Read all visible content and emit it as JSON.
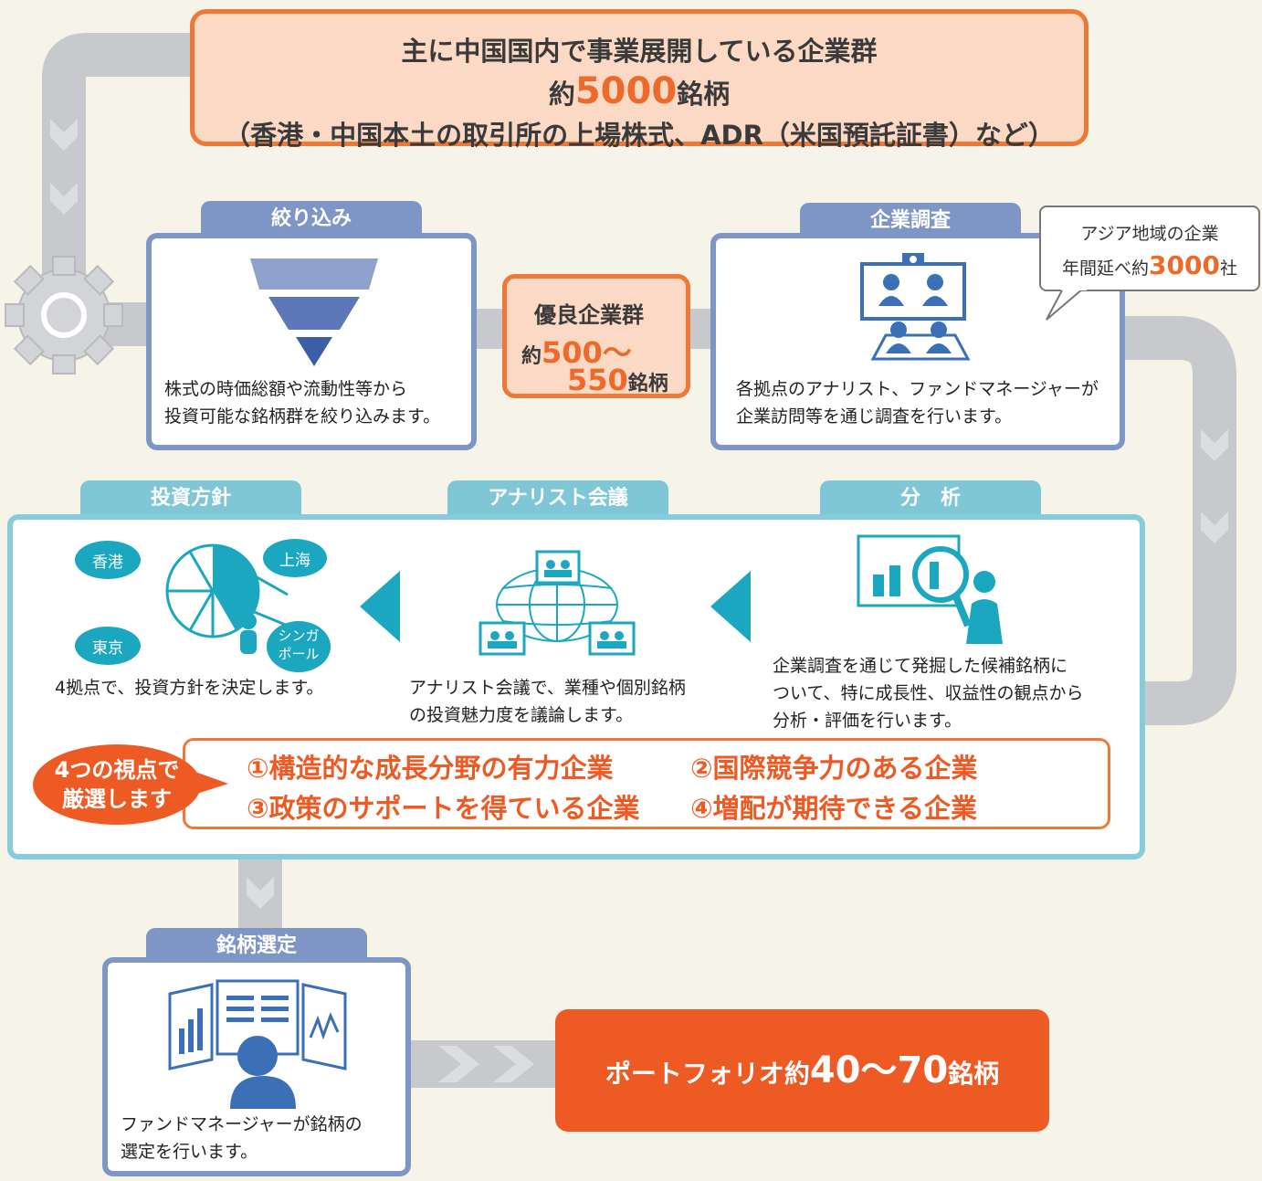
{
  "top_banner": {
    "line1": "主に中国国内で事業展開している企業群",
    "line2_prefix": "約",
    "line2_number": "5000",
    "line2_suffix": "銘柄",
    "line3": "（香港・中国本土の取引所の上場株式、ADR（米国預託証書）など）"
  },
  "screening": {
    "tab": "絞り込み",
    "description_line1": "株式の時価総額や流動性等から",
    "description_line2": "投資可能な銘柄群を絞り込みます。"
  },
  "quality_group": {
    "title": "優良企業群",
    "prefix": "約",
    "range_start": "500〜",
    "range_end": "550",
    "suffix": "銘柄"
  },
  "company_research": {
    "tab": "企業調査",
    "description_line1": "各拠点のアナリスト、ファンドマネージャーが",
    "description_line2": "企業訪問等を通じ調査を行います。"
  },
  "research_bubble": {
    "line1": "アジア地域の企業",
    "line2_prefix": "年間延べ約",
    "line2_number": "3000",
    "line2_suffix": "社"
  },
  "analysis": {
    "tab": "分　析",
    "description_line1": "企業調査を通じて発掘した候補銘柄に",
    "description_line2": "ついて、特に成長性、収益性の観点から",
    "description_line3": "分析・評価を行います。"
  },
  "analyst_meeting": {
    "tab": "アナリスト会議",
    "description_line1": "アナリスト会議で、業種や個別銘柄",
    "description_line2": "の投資魅力度を議論します。"
  },
  "investment_policy": {
    "tab": "投資方針",
    "cities": [
      "香港",
      "上海",
      "東京",
      "シンガ",
      "ポール"
    ],
    "description": "4拠点で、投資方針を決定します。"
  },
  "criteria": {
    "label_line1": "4つの視点で",
    "label_line2": "厳選します",
    "items": [
      "①構造的な成長分野の有力企業",
      "②国際競争力のある企業",
      "③政策のサポートを得ている企業",
      "④増配が期待できる企業"
    ]
  },
  "stock_selection": {
    "tab": "銘柄選定",
    "description_line1": "ファンドマネージャーが銘柄の",
    "description_line2": "選定を行います。"
  },
  "portfolio": {
    "prefix": "ポートフォリオ約",
    "number": "40〜70",
    "suffix": "銘柄"
  },
  "colors": {
    "orange_accent": "#ee6a2a",
    "orange_fill": "#ee5a24",
    "peach": "#fbd9c4",
    "navy_blue": "#4a6fb0",
    "slate_tab": "#7e96c6",
    "teal_tab": "#7fc6d6",
    "teal_icon": "#2aa7bf",
    "pipe_gray": "#c8c9cd",
    "background": "#f6f3e8"
  }
}
